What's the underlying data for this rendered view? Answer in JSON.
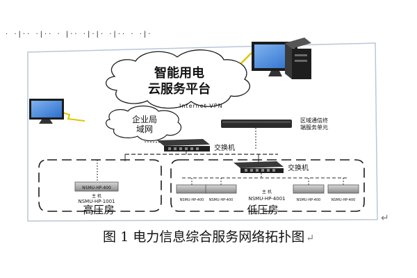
{
  "header_fragment": "· ·|·· ·|·· · |·· ·|·|· ·|·· · ·|·",
  "cloud_main": {
    "line1": "智能用电",
    "line2": "云服务平台"
  },
  "internet_label": "Internet VPN",
  "cloud_enterprise": {
    "line1": "企业局",
    "line2": "域网"
  },
  "comm_unit": {
    "line1": "区域通信终",
    "line2": "端服务单元"
  },
  "switch_top_label": "交换机",
  "switch_low_label": "交换机",
  "high_room": {
    "device_label": "NSMU-HP-400",
    "device_sublabel": "主 机",
    "main_label": "NSMU-HP-1001",
    "room_label": "高压房"
  },
  "low_room": {
    "device_label": "NSMU-HP-400",
    "center_sublabel": "主 机",
    "main_label": "NSMU-HP-4001",
    "room_label": "低压房"
  },
  "caption": "图 1  电力信息综合服务网络拓扑图",
  "return_mark": "↵",
  "corner_mark": "↵",
  "colors": {
    "line": "#1a1a1a",
    "dash": "#2a2a2a",
    "device": "#2b2b2b",
    "screen": "#3d7fd6",
    "border": "#b9c6d8"
  }
}
